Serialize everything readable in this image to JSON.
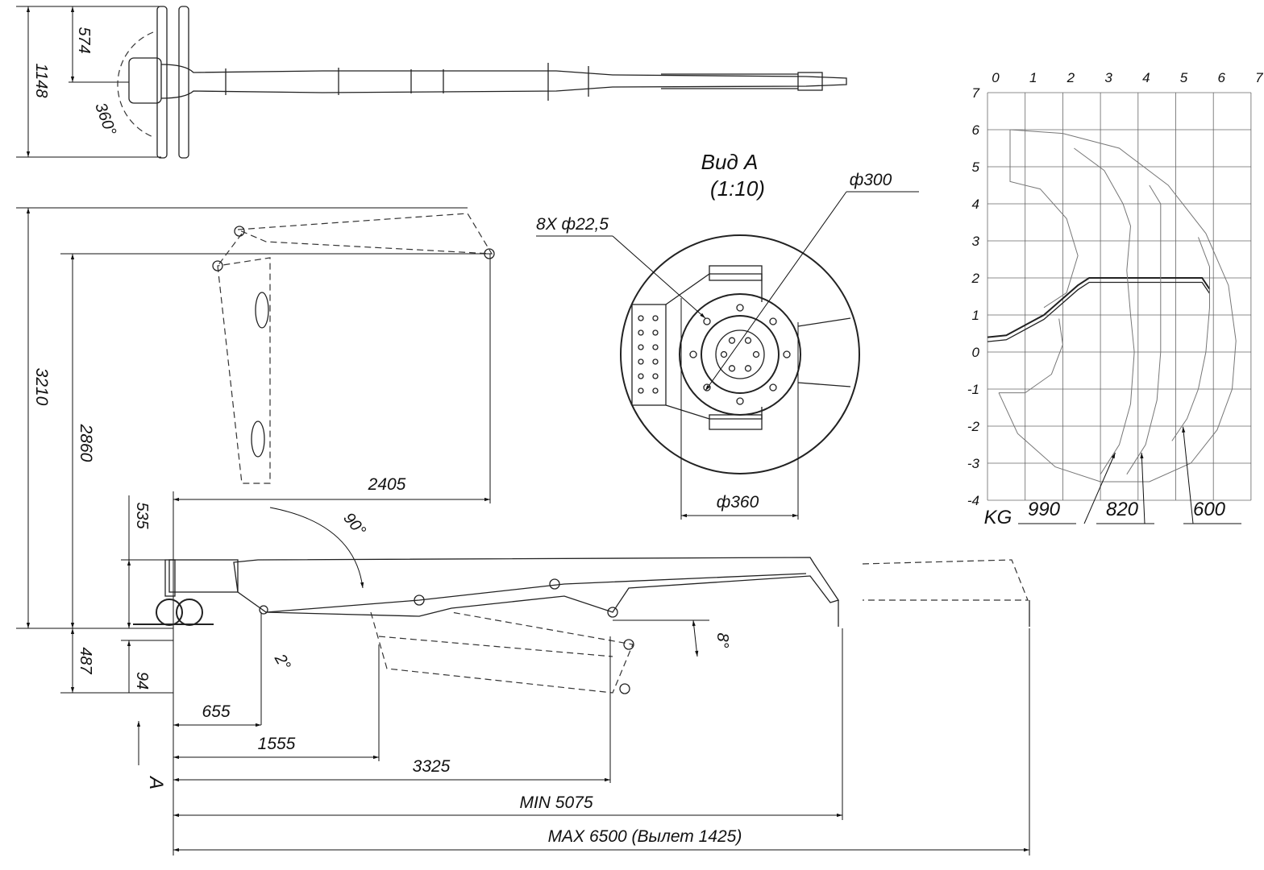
{
  "top_view": {
    "dim_total": "1148",
    "dim_half": "574",
    "rotation": "360°"
  },
  "side_view": {
    "dim_height_max": "3210",
    "dim_height_folded": "2860",
    "dim_base_top": "535",
    "dim_below": "487",
    "dim_base_bottom": "94",
    "dim_folded_reach": "2405",
    "angle_fold": "90°",
    "angle_down": "2°",
    "angle_boom": "8°",
    "dim_655": "655",
    "dim_1555": "1555",
    "dim_3325": "3325",
    "dim_min": "MIN 5075",
    "dim_max": "MAX 6500 (Вылет 1425)",
    "view_marker": "A"
  },
  "view_a": {
    "title": "Вид А",
    "scale": "(1:10)",
    "dia_300": "ф300",
    "holes": "8X ф22,5",
    "dia_360": "ф360"
  },
  "chart_data": {
    "type": "line",
    "title": "",
    "xlabel": "",
    "ylabel": "",
    "unit_label": "KG",
    "x_ticks": [
      "0",
      "1",
      "2",
      "3",
      "4",
      "5",
      "6",
      "7"
    ],
    "y_ticks": [
      "7",
      "6",
      "5",
      "4",
      "3",
      "2",
      "1",
      "0",
      "-1",
      "-2",
      "-3",
      "-4"
    ],
    "xlim": [
      0,
      7
    ],
    "ylim": [
      -4,
      7
    ],
    "grid": true,
    "series": [
      {
        "name": "990",
        "points": [
          [
            2.3,
            5.5
          ],
          [
            3.1,
            4.9
          ],
          [
            3.6,
            4.0
          ],
          [
            3.8,
            3.4
          ],
          [
            3.7,
            2.2
          ],
          [
            3.8,
            1.0
          ],
          [
            3.9,
            0
          ],
          [
            3.8,
            -1.4
          ],
          [
            3.5,
            -2.5
          ],
          [
            3.0,
            -3.3
          ]
        ]
      },
      {
        "name": "820",
        "points": [
          [
            4.3,
            4.5
          ],
          [
            4.6,
            4.0
          ],
          [
            4.6,
            2.5
          ],
          [
            4.6,
            1.0
          ],
          [
            4.6,
            0
          ],
          [
            4.5,
            -1.3
          ],
          [
            4.2,
            -2.5
          ],
          [
            3.7,
            -3.3
          ]
        ]
      },
      {
        "name": "600",
        "points": [
          [
            5.6,
            3.1
          ],
          [
            5.9,
            2.3
          ],
          [
            5.9,
            1.2
          ],
          [
            5.8,
            0
          ],
          [
            5.6,
            -1.0
          ],
          [
            5.3,
            -1.8
          ],
          [
            4.9,
            -2.4
          ]
        ]
      }
    ],
    "envelope": [
      [
        0.6,
        6
      ],
      [
        2,
        5.9
      ],
      [
        3.5,
        5.5
      ],
      [
        4.8,
        4.5
      ],
      [
        5.8,
        3.2
      ],
      [
        6.4,
        1.8
      ],
      [
        6.6,
        0.3
      ],
      [
        6.5,
        -1
      ],
      [
        6.1,
        -2.1
      ],
      [
        5.4,
        -3.0
      ],
      [
        4.3,
        -3.5
      ],
      [
        3.0,
        -3.5
      ],
      [
        1.8,
        -3.1
      ],
      [
        0.8,
        -2.2
      ],
      [
        0.3,
        -1.1
      ]
    ],
    "boom": [
      [
        0,
        0.4
      ],
      [
        0.5,
        0.45
      ],
      [
        1.5,
        1.0
      ],
      [
        2.4,
        1.8
      ],
      [
        2.7,
        2.0
      ],
      [
        4,
        2
      ],
      [
        5.7,
        2
      ],
      [
        5.9,
        1.7
      ]
    ]
  }
}
